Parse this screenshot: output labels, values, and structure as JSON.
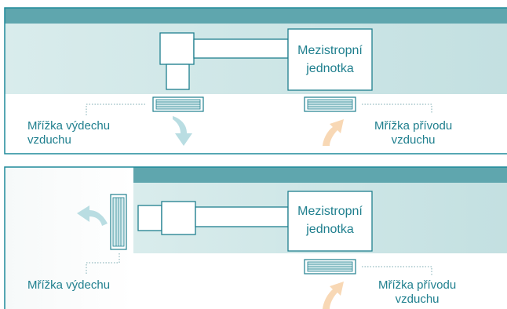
{
  "colors": {
    "frame": "#1f8a9a",
    "ceiling": "#c8e2e3",
    "ceiling_strip": "#5fa6ae",
    "text": "#1f7f8e",
    "arrow_exhaust": "#b9dde2",
    "arrow_supply": "#f8d8b5",
    "grille_fill": "#d3e9ec"
  },
  "diagram_top": {
    "unit_label_line1": "Mezistropní",
    "unit_label_line2": "jednotka",
    "exhaust_label_line1": "Mřížka výdechu",
    "exhaust_label_line2": "vzduchu",
    "supply_label_line1": "Mřížka přívodu",
    "supply_label_line2": "vzduchu"
  },
  "diagram_bottom": {
    "unit_label_line1": "Mezistropní",
    "unit_label_line2": "jednotka",
    "exhaust_label": "Mřížka výdechu",
    "supply_label_line1": "Mřížka přívodu",
    "supply_label_line2": "vzduchu"
  }
}
